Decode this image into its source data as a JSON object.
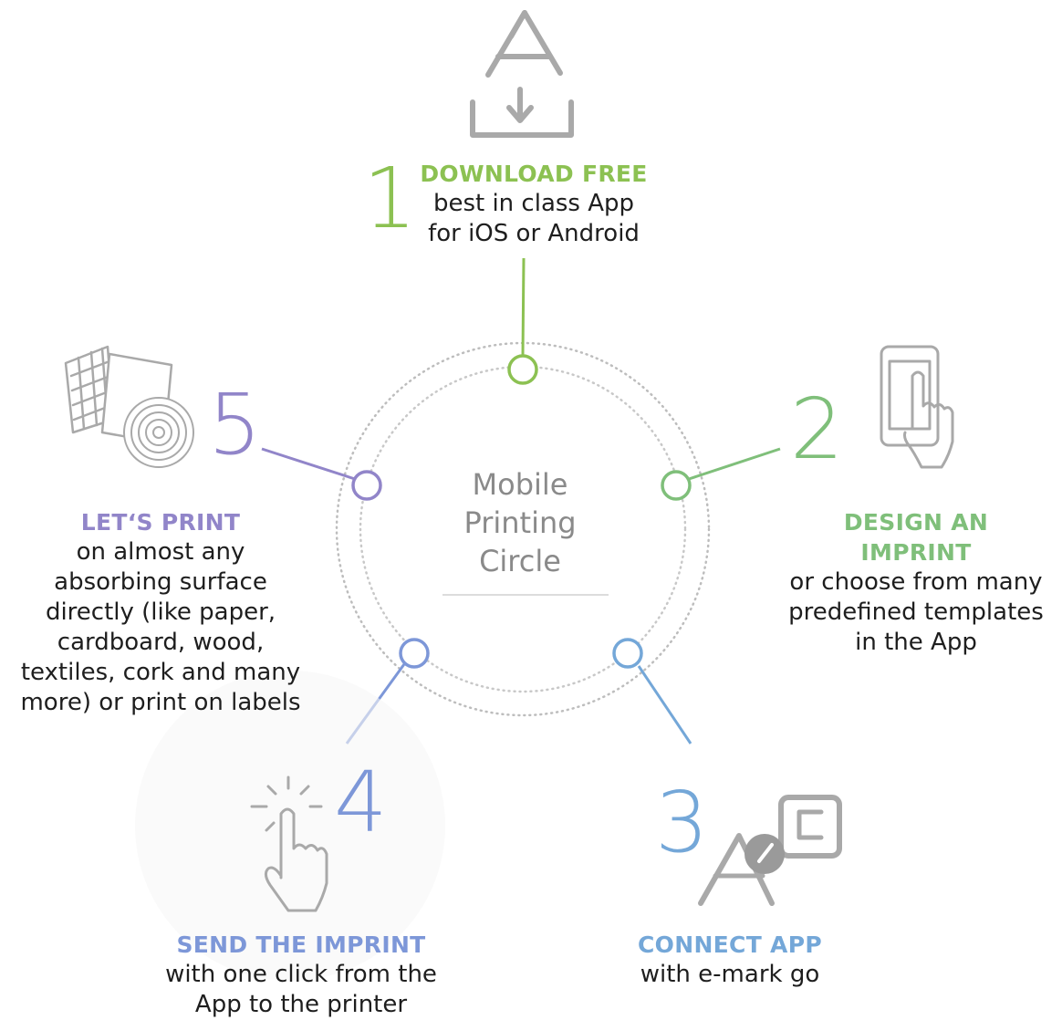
{
  "center": {
    "title_lines": [
      "Mobile",
      "Printing",
      "Circle"
    ]
  },
  "colors": {
    "step1": "#8cc152",
    "step2": "#7fbf7a",
    "step3": "#74a7d8",
    "step4": "#7d97d8",
    "step5": "#9185c9",
    "icon": "#a9a9a9"
  },
  "steps": [
    {
      "number": "1",
      "heading_lines": [
        "DOWNLOAD FREE"
      ],
      "text_lines": [
        "best in class App",
        "for iOS or Android"
      ],
      "icon": "app-download-icon"
    },
    {
      "number": "2",
      "heading_lines": [
        "DESIGN AN",
        "IMPRINT"
      ],
      "text_lines": [
        "or choose from many",
        "predefined templates",
        "in the App"
      ],
      "icon": "phone-touch-icon"
    },
    {
      "number": "3",
      "heading_lines": [
        "CONNECT APP"
      ],
      "text_lines": [
        "with e-mark go"
      ],
      "icon": "app-link-icon"
    },
    {
      "number": "4",
      "heading_lines": [
        "SEND THE IMPRINT"
      ],
      "text_lines": [
        "with one click from the",
        "App to the printer"
      ],
      "icon": "tap-hand-icon"
    },
    {
      "number": "5",
      "heading_lines": [
        "LET‘S PRINT"
      ],
      "text_lines": [
        "on almost any",
        "absorbing surface",
        "directly (like paper,",
        "cardboard, wood,",
        "textiles, cork and many",
        "more) or print on labels"
      ],
      "icon": "surfaces-icon"
    }
  ]
}
